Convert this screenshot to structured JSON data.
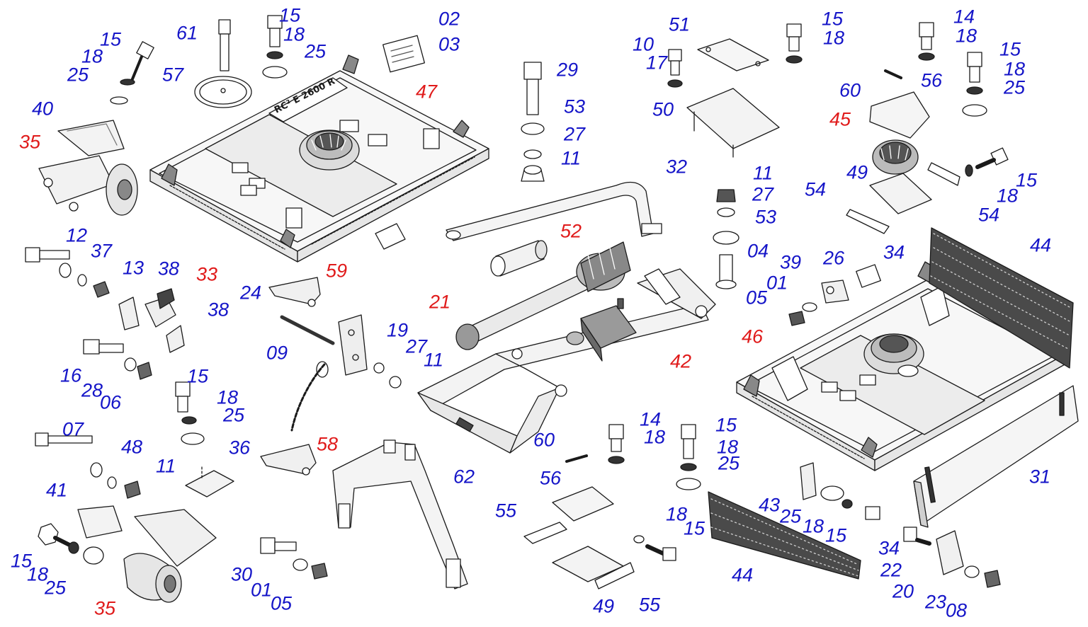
{
  "colors": {
    "blue": "#1515c8",
    "red": "#e01b1b",
    "line": "#1a1a1a",
    "fill": "#f4f4f4",
    "dark": "#2b2b2b"
  },
  "plate_text": "RC² E 2600 R",
  "callouts": [
    {
      "n": "15",
      "c": "blue"
    },
    {
      "n": "18",
      "c": "blue"
    },
    {
      "n": "25",
      "c": "blue"
    },
    {
      "n": "40",
      "c": "blue"
    },
    {
      "n": "35",
      "c": "red"
    },
    {
      "n": "61",
      "c": "blue"
    },
    {
      "n": "57",
      "c": "blue"
    },
    {
      "n": "15",
      "c": "blue"
    },
    {
      "n": "18",
      "c": "blue"
    },
    {
      "n": "25",
      "c": "blue"
    },
    {
      "n": "02",
      "c": "blue"
    },
    {
      "n": "03",
      "c": "blue"
    },
    {
      "n": "47",
      "c": "red"
    },
    {
      "n": "29",
      "c": "blue"
    },
    {
      "n": "53",
      "c": "blue"
    },
    {
      "n": "27",
      "c": "blue"
    },
    {
      "n": "11",
      "c": "blue"
    },
    {
      "n": "51",
      "c": "blue"
    },
    {
      "n": "15",
      "c": "blue"
    },
    {
      "n": "18",
      "c": "blue"
    },
    {
      "n": "10",
      "c": "blue"
    },
    {
      "n": "17",
      "c": "blue"
    },
    {
      "n": "50",
      "c": "blue"
    },
    {
      "n": "14",
      "c": "blue"
    },
    {
      "n": "18",
      "c": "blue"
    },
    {
      "n": "15",
      "c": "blue"
    },
    {
      "n": "18",
      "c": "blue"
    },
    {
      "n": "25",
      "c": "blue"
    },
    {
      "n": "60",
      "c": "blue"
    },
    {
      "n": "56",
      "c": "blue"
    },
    {
      "n": "45",
      "c": "red"
    },
    {
      "n": "49",
      "c": "blue"
    },
    {
      "n": "15",
      "c": "blue"
    },
    {
      "n": "18",
      "c": "blue"
    },
    {
      "n": "54",
      "c": "blue"
    },
    {
      "n": "54",
      "c": "blue"
    },
    {
      "n": "32",
      "c": "blue"
    },
    {
      "n": "11",
      "c": "blue"
    },
    {
      "n": "27",
      "c": "blue"
    },
    {
      "n": "53",
      "c": "blue"
    },
    {
      "n": "04",
      "c": "blue"
    },
    {
      "n": "34",
      "c": "blue"
    },
    {
      "n": "44",
      "c": "blue"
    },
    {
      "n": "12",
      "c": "blue"
    },
    {
      "n": "37",
      "c": "blue"
    },
    {
      "n": "13",
      "c": "blue"
    },
    {
      "n": "38",
      "c": "blue"
    },
    {
      "n": "33",
      "c": "red"
    },
    {
      "n": "38",
      "c": "blue"
    },
    {
      "n": "59",
      "c": "red"
    },
    {
      "n": "24",
      "c": "blue"
    },
    {
      "n": "52",
      "c": "red"
    },
    {
      "n": "21",
      "c": "red"
    },
    {
      "n": "39",
      "c": "blue"
    },
    {
      "n": "26",
      "c": "blue"
    },
    {
      "n": "01",
      "c": "blue"
    },
    {
      "n": "05",
      "c": "blue"
    },
    {
      "n": "46",
      "c": "red"
    },
    {
      "n": "16",
      "c": "blue"
    },
    {
      "n": "28",
      "c": "blue"
    },
    {
      "n": "06",
      "c": "blue"
    },
    {
      "n": "09",
      "c": "blue"
    },
    {
      "n": "19",
      "c": "blue"
    },
    {
      "n": "27",
      "c": "blue"
    },
    {
      "n": "11",
      "c": "blue"
    },
    {
      "n": "42",
      "c": "red"
    },
    {
      "n": "15",
      "c": "blue"
    },
    {
      "n": "18",
      "c": "blue"
    },
    {
      "n": "25",
      "c": "blue"
    },
    {
      "n": "36",
      "c": "blue"
    },
    {
      "n": "07",
      "c": "blue"
    },
    {
      "n": "48",
      "c": "blue"
    },
    {
      "n": "11",
      "c": "blue"
    },
    {
      "n": "58",
      "c": "red"
    },
    {
      "n": "62",
      "c": "blue"
    },
    {
      "n": "14",
      "c": "blue"
    },
    {
      "n": "18",
      "c": "blue"
    },
    {
      "n": "60",
      "c": "blue"
    },
    {
      "n": "15",
      "c": "blue"
    },
    {
      "n": "18",
      "c": "blue"
    },
    {
      "n": "25",
      "c": "blue"
    },
    {
      "n": "56",
      "c": "blue"
    },
    {
      "n": "31",
      "c": "blue"
    },
    {
      "n": "41",
      "c": "blue"
    },
    {
      "n": "15",
      "c": "blue"
    },
    {
      "n": "18",
      "c": "blue"
    },
    {
      "n": "25",
      "c": "blue"
    },
    {
      "n": "35",
      "c": "red"
    },
    {
      "n": "30",
      "c": "blue"
    },
    {
      "n": "01",
      "c": "blue"
    },
    {
      "n": "05",
      "c": "blue"
    },
    {
      "n": "55",
      "c": "blue"
    },
    {
      "n": "49",
      "c": "blue"
    },
    {
      "n": "55",
      "c": "blue"
    },
    {
      "n": "18",
      "c": "blue"
    },
    {
      "n": "15",
      "c": "blue"
    },
    {
      "n": "44",
      "c": "blue"
    },
    {
      "n": "43",
      "c": "blue"
    },
    {
      "n": "25",
      "c": "blue"
    },
    {
      "n": "18",
      "c": "blue"
    },
    {
      "n": "15",
      "c": "blue"
    },
    {
      "n": "34",
      "c": "blue"
    },
    {
      "n": "22",
      "c": "blue"
    },
    {
      "n": "20",
      "c": "blue"
    },
    {
      "n": "23",
      "c": "blue"
    },
    {
      "n": "08",
      "c": "blue"
    }
  ]
}
